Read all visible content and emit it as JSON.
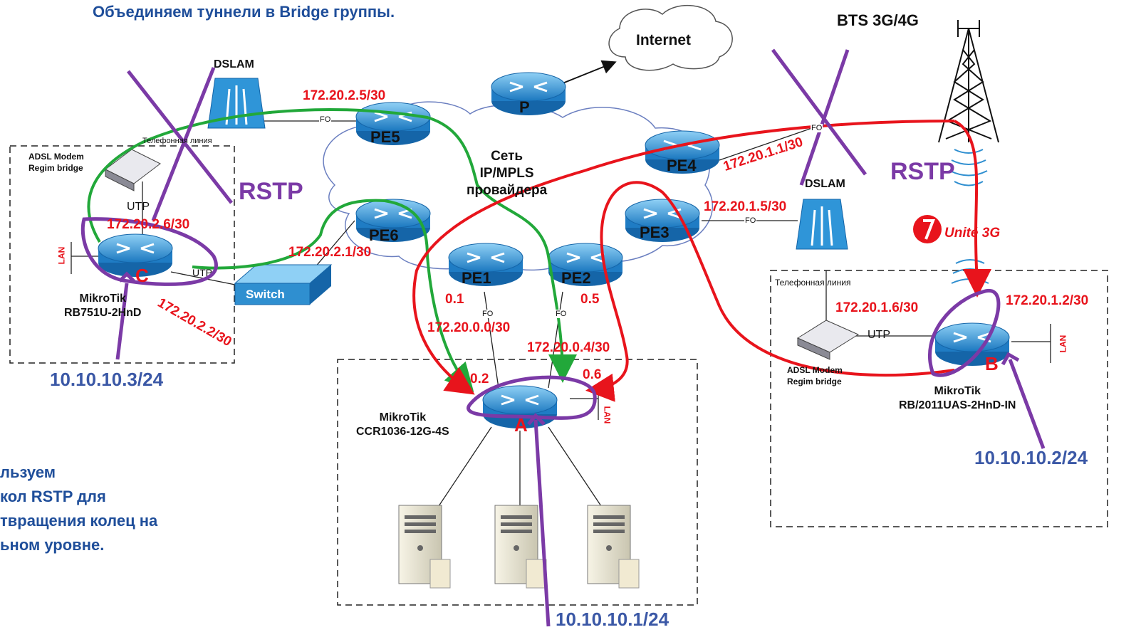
{
  "title": "Объединяем туннели в Bridge группы.",
  "labels": {
    "internet": "Internet",
    "bts": "BTS 3G/4G",
    "dslam_left": "DSLAM",
    "dslam_right": "DSLAM",
    "phone_line_left": "Телефонная линия",
    "phone_line_right": "Телефонная линия",
    "adsl_left": "ADSL Modem\nRegim bridge",
    "adsl_right": "ADSL Modem\nRegim bridge",
    "utp_left": "UTP",
    "utp_switch": "UTP",
    "utp_right": "UTP",
    "rstp_left": "RSTP",
    "rstp_right": "RSTP",
    "network": "Сеть\nIP/MPLS\nпровайдера",
    "switch": "Switch",
    "fo": "FO",
    "lan": "LAN",
    "unite": "Unité 3G"
  },
  "routers": {
    "p": "P",
    "pe1": "PE1",
    "pe2": "PE2",
    "pe3": "PE3",
    "pe4": "PE4",
    "pe5": "PE5",
    "pe6": "PE6"
  },
  "devices": {
    "c_name": "MikroTik\nRB751U-2HnD",
    "a_name": "MikroTik\nCCR1036-12G-4S",
    "b_name": "MikroTik\nRB/2011UAS-2HnD-IN",
    "a": "A",
    "b": "B",
    "c": "C"
  },
  "ips": {
    "pe5": "172.20.2.5/30",
    "c_up": "172.20.2.6/30",
    "pe6": "172.20.2.1/30",
    "c_switch": "172.20.2.2/30",
    "pe4": "172.20.1.1/30",
    "pe3": "172.20.1.5/30",
    "b_dsl": "172.20.1.6/30",
    "b_3g": "172.20.1.2/30",
    "pe1_link": "172.20.0.0/30",
    "pe2_link": "172.20.0.4/30",
    "pe1_port": "0.1",
    "pe2_port": "0.5",
    "a_port1": "0.2",
    "a_port2": "0.6",
    "bridge_c": "10.10.10.3/24",
    "bridge_a": "10.10.10.1/24",
    "bridge_b": "10.10.10.2/24"
  },
  "note": [
    "льзуем",
    "кол RSTP для",
    "твращения колец на",
    "ьном уровне."
  ],
  "colors": {
    "red": "#e8141c",
    "green": "#22a83a",
    "purple": "#7b3aa6",
    "router_blue": "#2f8fd0",
    "title_blue": "#1f4e9a"
  }
}
